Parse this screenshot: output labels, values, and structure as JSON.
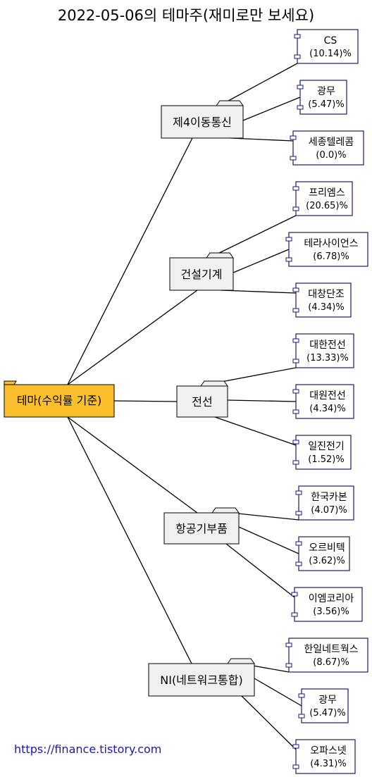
{
  "title": "2022-05-06의 테마주(재미로만 보세요)",
  "root": {
    "label": "테마(수익률 기준)",
    "fill": "#fbbf2c"
  },
  "themes": [
    {
      "label": "제4이동통신",
      "stocks": [
        {
          "name": "CS",
          "pct": "(10.14)%"
        },
        {
          "name": "광무",
          "pct": "(5.47)%"
        },
        {
          "name": "세종텔레콤",
          "pct": "(0.0)%"
        }
      ]
    },
    {
      "label": "건설기계",
      "stocks": [
        {
          "name": "프리엠스",
          "pct": "(20.65)%"
        },
        {
          "name": "테라사이언스",
          "pct": "(6.78)%"
        },
        {
          "name": "대창단조",
          "pct": "(4.34)%"
        }
      ]
    },
    {
      "label": "전선",
      "stocks": [
        {
          "name": "대한전선",
          "pct": "(13.33)%"
        },
        {
          "name": "대원전선",
          "pct": "(4.34)%"
        },
        {
          "name": "일진전기",
          "pct": "(1.52)%"
        }
      ]
    },
    {
      "label": "항공기부품",
      "stocks": [
        {
          "name": "한국카본",
          "pct": "(4.07)%"
        },
        {
          "name": "오르비텍",
          "pct": "(3.62)%"
        },
        {
          "name": "이엠코리아",
          "pct": "(3.56)%"
        }
      ]
    },
    {
      "label": "NI(네트워크통합)",
      "stocks": [
        {
          "name": "한일네트웍스",
          "pct": "(8.67)%"
        },
        {
          "name": "광무",
          "pct": "(5.47)%"
        },
        {
          "name": "오파스넷",
          "pct": "(4.31)%"
        }
      ]
    }
  ],
  "footer": "https://finance.tistory.com",
  "colors": {
    "stock_border": "#1a1a7a",
    "theme_fill": "#f0f0f0",
    "line": "#000000"
  }
}
